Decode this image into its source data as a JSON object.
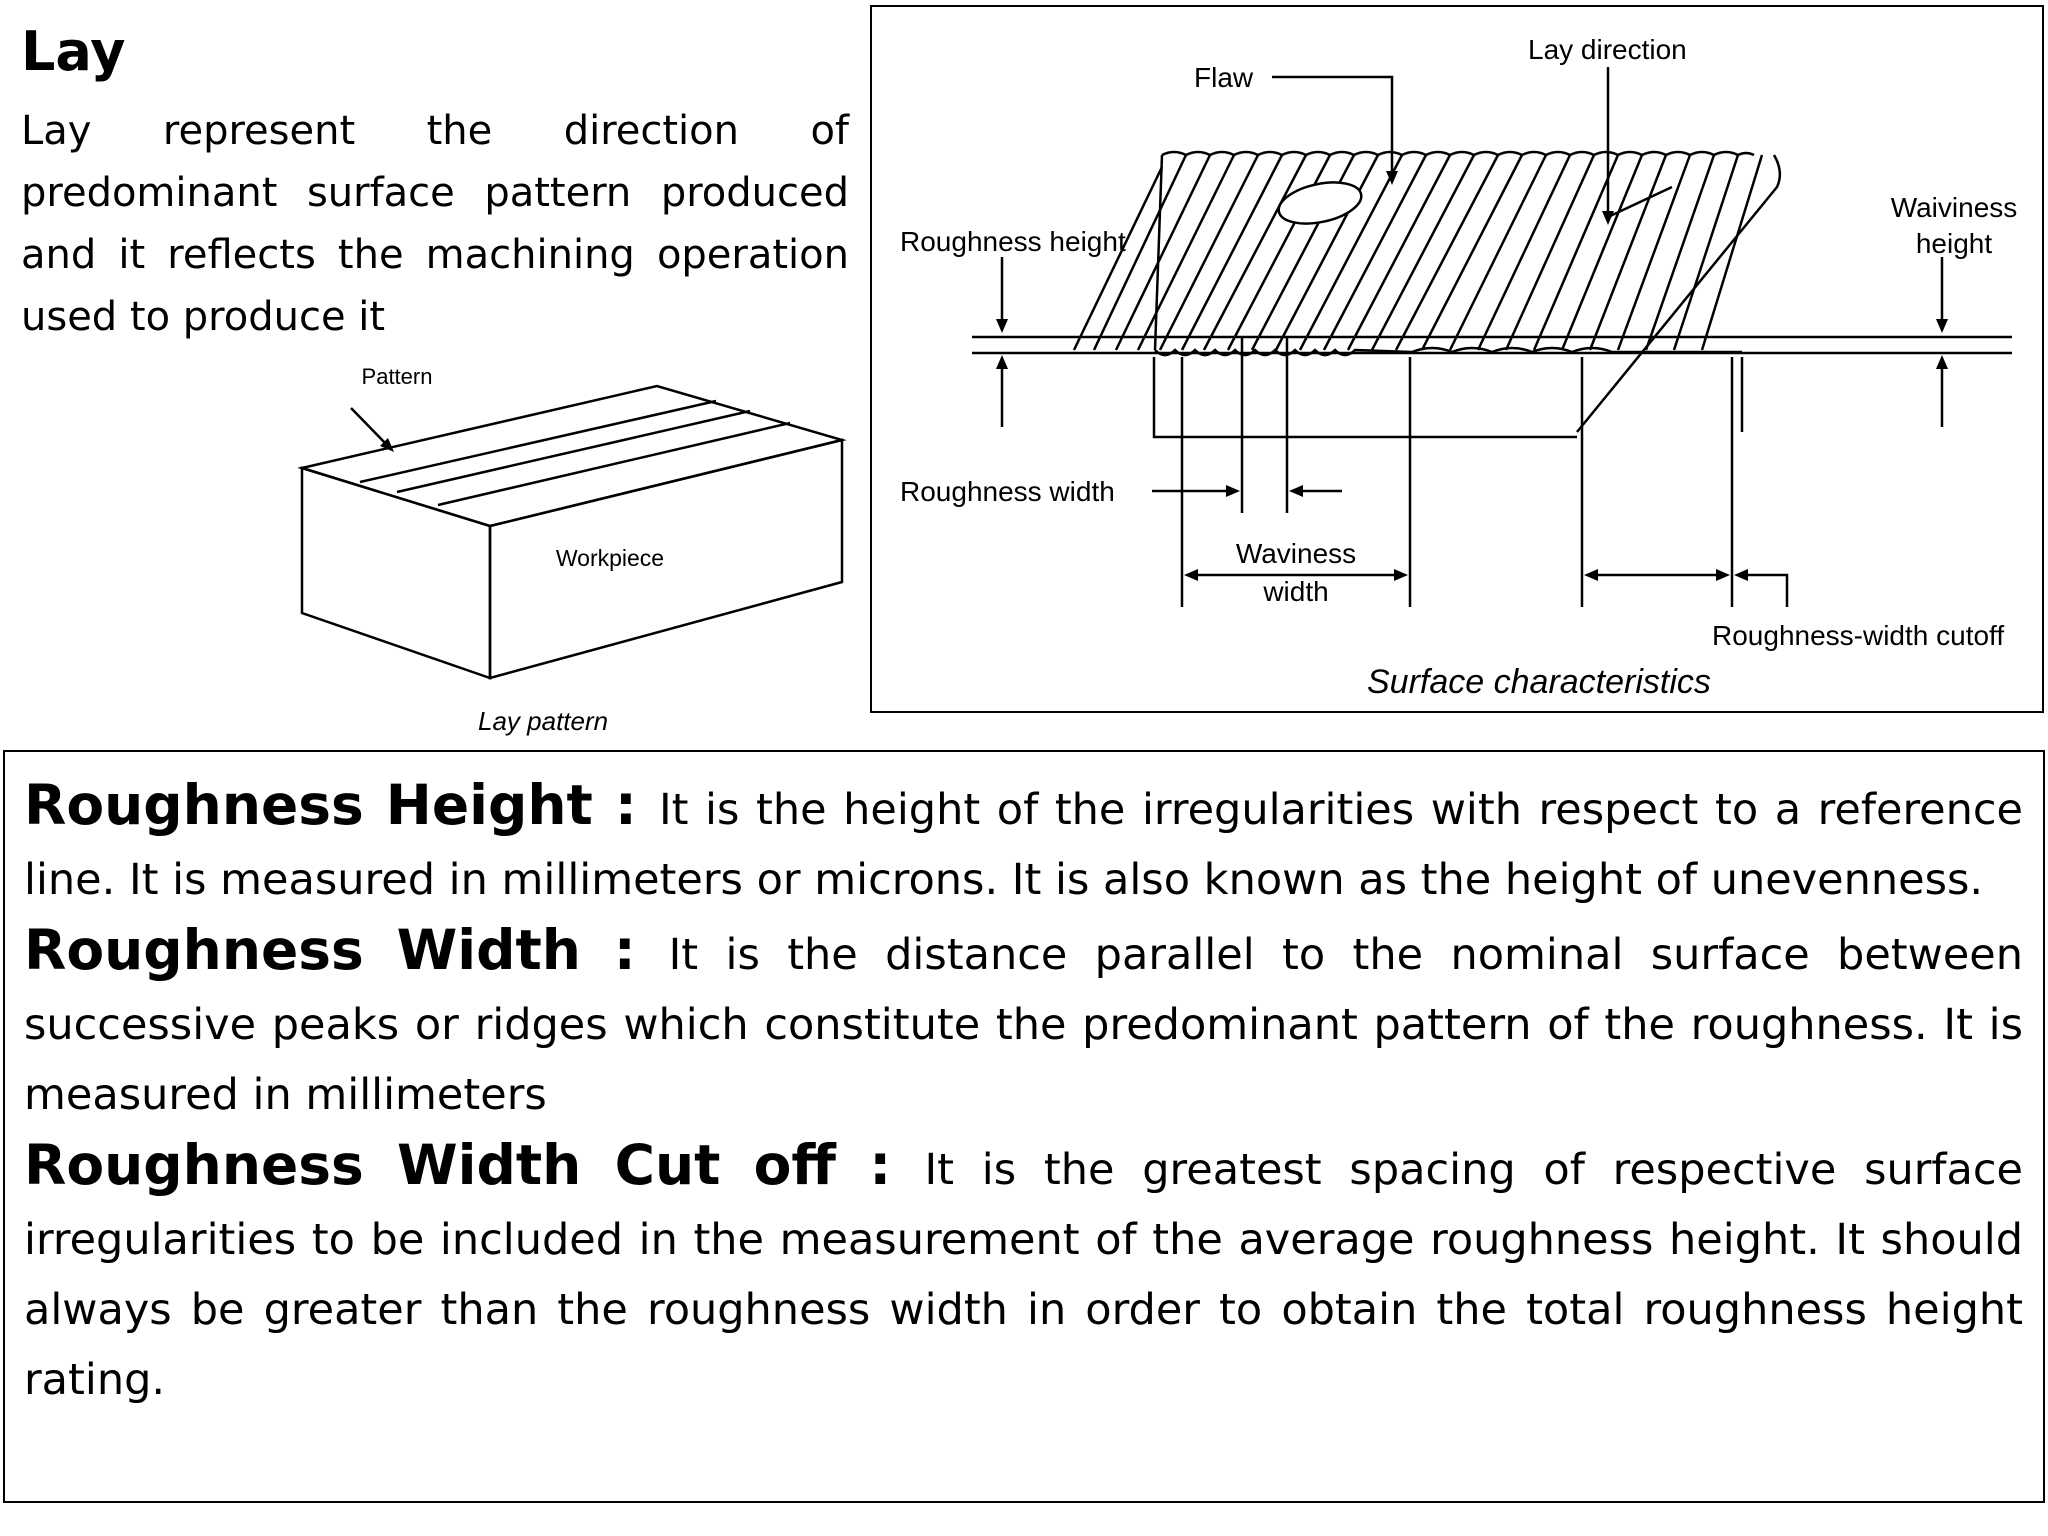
{
  "lay": {
    "title": "Lay",
    "description": "Lay represent the direction of predominant surface pattern produced and it reflects the machining operation used to produce it"
  },
  "lay_figure": {
    "pattern_label": "Pattern",
    "workpiece_label": "Workpiece",
    "caption": "Lay pattern"
  },
  "surface_figure": {
    "flaw_label": "Flaw",
    "lay_direction_label": "Lay direction",
    "roughness_height_label": "Roughness height",
    "waviness_height_label_1": "Waiviness",
    "waviness_height_label_2": "height",
    "roughness_width_label": "Roughness width",
    "waviness_width_label_1": "Waviness",
    "waviness_width_label_2": "width",
    "roughness_width_cutoff_label": "Roughness-width cutoff",
    "caption": "Surface characteristics"
  },
  "definitions": [
    {
      "term": "Roughness Height",
      "separator": " : ",
      "text": "It is the height of the irregularities with respect to a reference line. It is measured in millimeters or microns. It is also known as the height of unevenness."
    },
    {
      "term": "Roughness Width",
      "separator": " : ",
      "text": "It is the distance parallel to the nominal surface between successive peaks or ridges which constitute the predominant pattern of the roughness. It is measured in millimeters"
    },
    {
      "term": "Roughness Width Cut off",
      "separator": " : ",
      "text": "It is the greatest spacing of respective surface irregularities to be included in the measurement of the average roughness height. It should always be greater than the roughness width in order to obtain the total roughness height rating."
    }
  ]
}
